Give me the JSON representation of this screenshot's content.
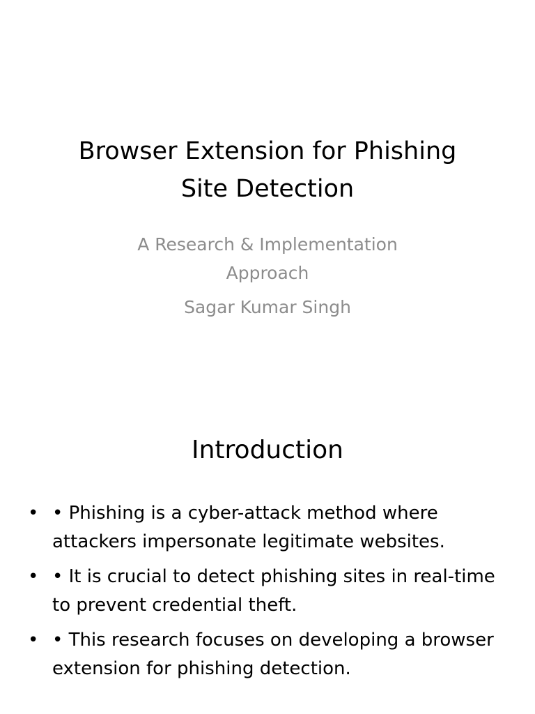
{
  "title_slide": {
    "title_line1": "Browser Extension for Phishing",
    "title_line2": "Site Detection",
    "subtitle_line1": "A Research & Implementation",
    "subtitle_line2": "Approach",
    "author": "Sagar Kumar Singh"
  },
  "intro_slide": {
    "heading": "Introduction",
    "bullet_marker": "•",
    "bullets": [
      "• Phishing is a cyber-attack method where attackers impersonate legitimate websites.",
      "• It is crucial to detect phishing sites in real-time to prevent credential theft.",
      "• This research focuses on developing a browser extension for phishing detection."
    ]
  }
}
